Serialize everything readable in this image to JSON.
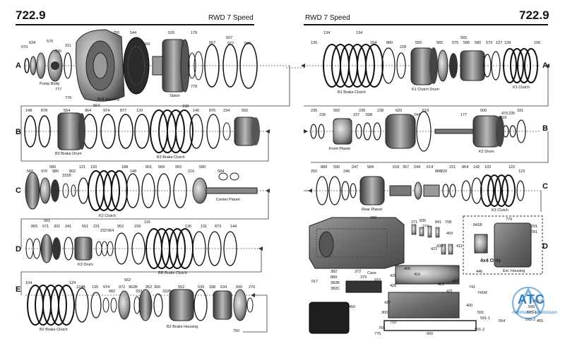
{
  "header": {
    "left_code": "722.9",
    "right_code": "722.9",
    "left_title": "RWD 7 Speed",
    "right_title": "RWD 7 Speed"
  },
  "rows": [
    "A",
    "B",
    "C",
    "D",
    "E"
  ],
  "rows_right": [
    "A",
    "B",
    "C",
    "D"
  ],
  "part_numbers": {
    "a_left": [
      "070",
      "634",
      "570",
      "311",
      "530",
      "777",
      "776",
      "750",
      "544",
      "669",
      "520",
      "179",
      "507",
      "567",
      "977",
      "506",
      "778"
    ],
    "a_right": [
      "135",
      "134",
      "134",
      "154",
      "880",
      "228",
      "555",
      "565",
      "965",
      "575",
      "586",
      "580",
      "579",
      "127",
      "128",
      "106"
    ],
    "b_left": [
      "148",
      "878",
      "554",
      "564",
      "964",
      "974",
      "877",
      "120",
      "108",
      "146",
      "876",
      "234",
      "592"
    ],
    "b_right": [
      "235",
      "236",
      "582",
      "236",
      "237",
      "598",
      "238",
      "620",
      "244",
      "619",
      "177",
      "500",
      "218",
      "475",
      "235",
      "331"
    ],
    "c_left": [
      "560",
      "580",
      "970",
      "980",
      "331B",
      "862",
      "121",
      "120",
      "188",
      "148",
      "801",
      "584",
      "993",
      "216",
      "586",
      "584"
    ],
    "c_right": [
      "250",
      "889",
      "590",
      "246",
      "247",
      "584",
      "618",
      "357",
      "249",
      "614",
      "220",
      "888",
      "221",
      "864",
      "142",
      "103",
      "122",
      "123"
    ],
    "d_left": [
      "561",
      "865",
      "571",
      "301",
      "341",
      "551",
      "231",
      "232",
      "964",
      "952",
      "159",
      "116",
      "136",
      "131",
      "873",
      "144"
    ],
    "d_mid": [
      "700",
      "271",
      "835",
      "274",
      "841",
      "708",
      "459",
      "446",
      "422",
      "430",
      "411"
    ],
    "d_right": [
      "779",
      "841B",
      "781",
      "791"
    ],
    "e_left": [
      "104",
      "124",
      "124B",
      "135",
      "562",
      "974",
      "982",
      "972",
      "962B",
      "332",
      "952",
      "300",
      "332B",
      "552",
      "539",
      "338",
      "634",
      "500",
      "270",
      "750"
    ],
    "e_mid": [
      "017",
      "382",
      "889",
      "382B",
      "382C",
      "372",
      "379",
      "910",
      "450",
      "400",
      "410",
      "425",
      "428",
      "427",
      "431",
      "447",
      "421",
      "741",
      "741M",
      "400",
      "300",
      "710",
      "765",
      "775",
      "900"
    ],
    "e_right": [
      "595-3",
      "595",
      "591",
      "591-1",
      "591-2",
      "595-1",
      "554",
      "595-2",
      "455"
    ]
  },
  "captions": {
    "pump_body": "Pump Body",
    "bell_housing": "Bell Housing",
    "stator": "Stator",
    "b1_brake_clutch": "B1 Brake Clutch",
    "k1_clutch_drum": "K1 Clutch Drum",
    "k1_clutch": "K1 Clutch",
    "b3_brake_drum": "B3 Brake Drum",
    "b3_brake_clutch": "B3 Brake Clutch",
    "front_planet": "Front Planet",
    "k2_drum": "K2 Drum",
    "k2_clutch": "K2 Clutch",
    "center_planet": "Center Planet",
    "rear_planet": "Rear Planet",
    "k3_clutch": "K3 Clutch",
    "k3_drum": "K3 Drum",
    "br_brake_clutch": "BR Brake Clutch",
    "case": "Case",
    "four_by_four_only": "4x4 Only",
    "ext_housing": "Ext. Housing",
    "b2_brake_clutch": "B2 Brake Clutch",
    "b2_brake_housing": "B2 Brake Housing"
  },
  "logo": {
    "text": "ATC",
    "subtitle": "Automatic Transmission"
  },
  "colors": {
    "ink": "#111111",
    "accent": "#2c7fc0",
    "metal": "#8a8a8a",
    "steel": "#5a5a5a"
  }
}
